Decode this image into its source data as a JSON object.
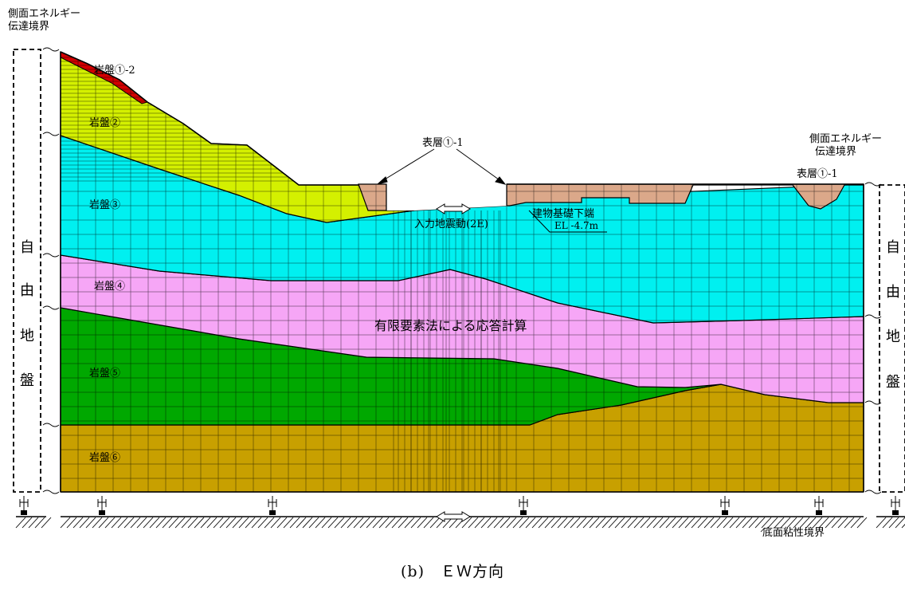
{
  "labels": {
    "left_boundary_line1": "側面エネルギー",
    "left_boundary_line2": "伝達境界",
    "right_boundary_line1": "側面エネルギー",
    "right_boundary_line2": "伝達境界",
    "rock_1_2": "岩盤①-2",
    "rock_2": "岩盤②",
    "rock_3": "岩盤③",
    "rock_4": "岩盤④",
    "rock_5": "岩盤⑤",
    "rock_6": "岩盤⑥",
    "surface_1_1_center": "表層①-1",
    "surface_1_1_right": "表層①-1",
    "input_motion": "入力地震動(2E)",
    "building_base_line1": "建物基礎下端",
    "building_base_line2": "EL -4.7m",
    "fem_note": "有限要素法による応答計算",
    "bottom_boundary": "底面粘性境界",
    "free_ground_chars": [
      "自",
      "由",
      "地",
      "盤"
    ]
  },
  "caption": "(b)　ＥＷ方向",
  "colors": {
    "rock_1_2": "#d40000",
    "rock_2": "#d4f000",
    "rock_3": "#00f0f0",
    "rock_4": "#f6a6f6",
    "rock_5": "#00a800",
    "rock_6": "#c8a000",
    "surface": "#dba88a",
    "mesh": "#000000"
  }
}
